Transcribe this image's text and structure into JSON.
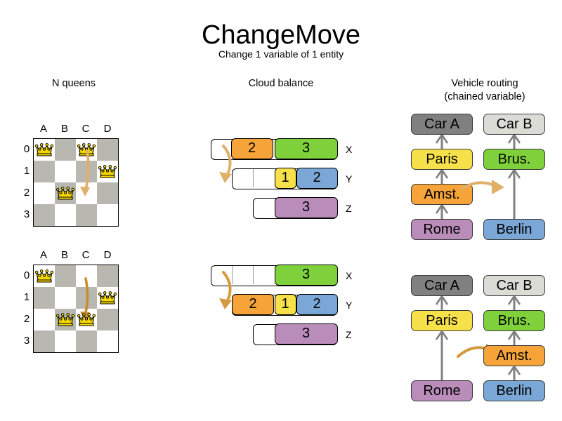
{
  "header": {
    "title": "ChangeMove",
    "subtitle": "Change 1 variable of 1 entity"
  },
  "sections": {
    "nqueens": {
      "heading": "N queens"
    },
    "cloud": {
      "heading": "Cloud balance"
    },
    "vrp": {
      "heading": "Vehicle routing\n(chained variable)",
      "heading_line1": "Vehicle routing",
      "heading_line2": "(chained variable)"
    }
  },
  "colors": {
    "orange": "#f6a33a",
    "green": "#7fd13b",
    "yellow": "#f7e14a",
    "blue": "#7ba7d7",
    "purple": "#b98cba",
    "car_a_gray": "#808080",
    "car_b_gray": "#dcdcd6",
    "board_dark": "#b8b8b0",
    "board_light": "#ffffff",
    "queen_gold": "#f5d800",
    "arrow_tan": "#e0b06a",
    "edge_gray": "#808080"
  },
  "nqueens": {
    "column_labels": [
      "A",
      "B",
      "C",
      "D"
    ],
    "row_labels": [
      "0",
      "1",
      "2",
      "3"
    ],
    "before": {
      "queens": [
        {
          "col": "A",
          "row": "0"
        },
        {
          "col": "C",
          "row": "0"
        },
        {
          "col": "D",
          "row": "1"
        },
        {
          "col": "B",
          "row": "2"
        }
      ],
      "move_arrow": {
        "from_col": "C",
        "from_row": "0",
        "to_col": "C",
        "to_row": "2"
      }
    },
    "after": {
      "queens": [
        {
          "col": "A",
          "row": "0"
        },
        {
          "col": "D",
          "row": "1"
        },
        {
          "col": "B",
          "row": "2"
        },
        {
          "col": "C",
          "row": "2"
        }
      ],
      "move_arrow": {
        "from_col": "C",
        "from_row": "0",
        "to_col": "C",
        "to_row": "2"
      }
    }
  },
  "cloud_balance": {
    "before": {
      "rows": [
        {
          "label": "X",
          "empty_slots": 1,
          "segments": [
            {
              "value": "2",
              "color": "#f6a33a",
              "units": 2
            },
            {
              "value": "3",
              "color": "#7fd13b",
              "units": 3
            }
          ]
        },
        {
          "label": "Y",
          "empty_slots": 2,
          "segments": [
            {
              "value": "1",
              "color": "#f7e14a",
              "units": 1
            },
            {
              "value": "2",
              "color": "#7ba7d7",
              "units": 2
            }
          ]
        },
        {
          "label": "Z",
          "empty_slots": 1,
          "segments": [
            {
              "value": "3",
              "color": "#b98cba",
              "units": 3
            }
          ]
        }
      ]
    },
    "after": {
      "rows": [
        {
          "label": "X",
          "empty_slots": 3,
          "segments": [
            {
              "value": "3",
              "color": "#7fd13b",
              "units": 3
            }
          ]
        },
        {
          "label": "Y",
          "empty_slots": 0,
          "segments": [
            {
              "value": "2",
              "color": "#f6a33a",
              "units": 2
            },
            {
              "value": "1",
              "color": "#f7e14a",
              "units": 1
            },
            {
              "value": "2",
              "color": "#7ba7d7",
              "units": 2
            }
          ]
        },
        {
          "label": "Z",
          "empty_slots": 1,
          "segments": [
            {
              "value": "3",
              "color": "#b98cba",
              "units": 3
            }
          ]
        }
      ]
    },
    "move_description": "process 2 moves from computer X to computer Y"
  },
  "vehicle_routing": {
    "before": {
      "chains": [
        {
          "vehicle": "Car A",
          "vehicle_color": "#808080",
          "stops": [
            {
              "label": "Paris",
              "color": "#f7e14a"
            },
            {
              "label": "Amst.",
              "color": "#f6a33a"
            },
            {
              "label": "Rome",
              "color": "#b98cba"
            }
          ]
        },
        {
          "vehicle": "Car B",
          "vehicle_color": "#dcdcd6",
          "stops": [
            {
              "label": "Brus.",
              "color": "#7fd13b"
            },
            {
              "label": "Berlin",
              "color": "#7ba7d7"
            }
          ]
        }
      ],
      "move_arrow": {
        "from": "Amst.",
        "direction": "right"
      }
    },
    "after": {
      "chains": [
        {
          "vehicle": "Car A",
          "vehicle_color": "#808080",
          "stops": [
            {
              "label": "Paris",
              "color": "#f7e14a"
            },
            {
              "label": "Rome",
              "color": "#b98cba"
            }
          ]
        },
        {
          "vehicle": "Car B",
          "vehicle_color": "#dcdcd6",
          "stops": [
            {
              "label": "Brus.",
              "color": "#7fd13b"
            },
            {
              "label": "Amst.",
              "color": "#f6a33a"
            },
            {
              "label": "Berlin",
              "color": "#7ba7d7"
            }
          ]
        }
      ],
      "move_arrow": {
        "to": "Amst.",
        "direction": "right"
      }
    }
  }
}
